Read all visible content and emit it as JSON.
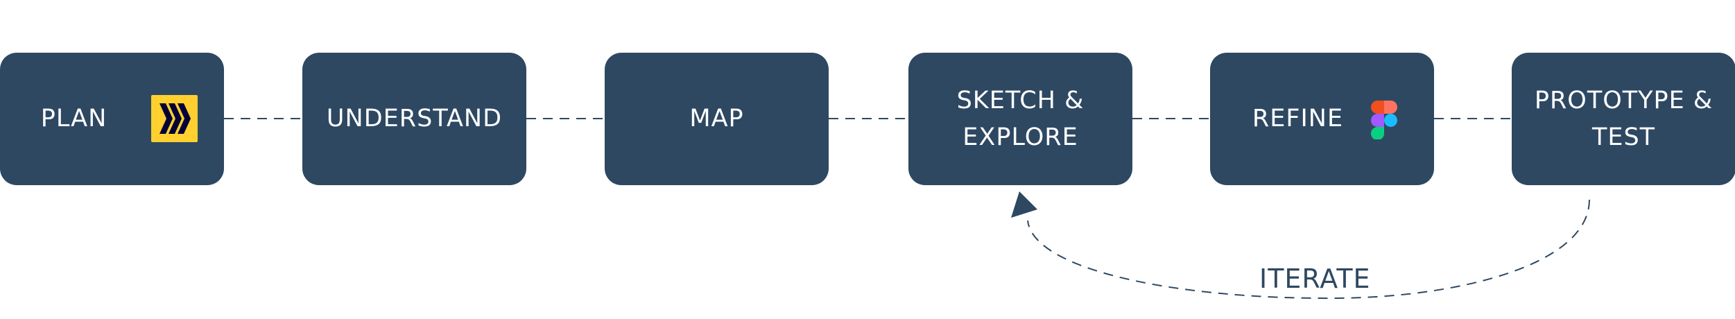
{
  "steps": [
    {
      "label": "PLAN",
      "icon": "miro-logo"
    },
    {
      "label": "UNDERSTAND"
    },
    {
      "label": "MAP"
    },
    {
      "label": "SKETCH &\nEXPLORE"
    },
    {
      "label": "REFINE",
      "icon": "figma-logo"
    },
    {
      "label": "PROTOTYPE &\nTEST"
    }
  ],
  "loop": {
    "label": "ITERATE"
  },
  "colors": {
    "box": "#2e4862",
    "text": "#ffffff",
    "line": "#2e4862",
    "miro_yellow": "#ffd02f",
    "miro_mark": "#050038",
    "figma_red": "#f24e1e",
    "figma_orange": "#ff7262",
    "figma_purple": "#a259ff",
    "figma_blue": "#1abcfe",
    "figma_green": "#0acf83"
  }
}
